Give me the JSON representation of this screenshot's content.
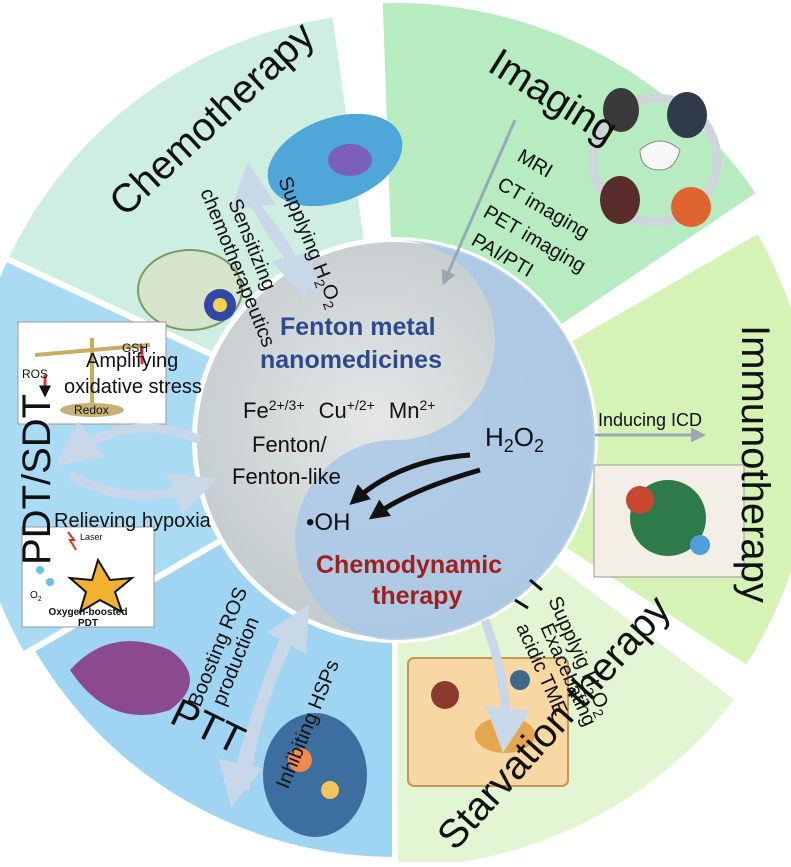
{
  "center": {
    "title_line1": "Fenton metal",
    "title_line2": "nanomedicines",
    "ions_fe": "Fe",
    "ions_fe_charge": "2+/3+",
    "ions_cu": "Cu",
    "ions_cu_charge": "+/2+",
    "ions_mn": "Mn",
    "ions_mn_charge": "2+",
    "fenton_line1": "Fenton/",
    "fenton_line2": "Fenton-like",
    "h2o2_main": "H",
    "h2o2_sub1": "2",
    "h2o2_o": "O",
    "h2o2_sub2": "2",
    "oh": "•OH",
    "cdt_line1": "Chemodynamic",
    "cdt_line2": "therapy"
  },
  "segments": {
    "chemotherapy": {
      "title": "Chemotherapy",
      "arrow1": "Supplying H",
      "arrow1_sub": "2",
      "arrow1_o": "O",
      "arrow1_sub2": "2",
      "arrow2_line1": "Sensitizing",
      "arrow2_line2": "chemotherapeutics"
    },
    "imaging": {
      "title": "Imaging",
      "items": [
        "MRI",
        "CT imaging",
        "PET imaging",
        "PAI/PTI"
      ]
    },
    "immunotherapy": {
      "title": "Immunotherapy",
      "arrow": "Inducing ICD"
    },
    "starvation": {
      "title": "Starvation therapy",
      "arrow1": "Supplyig H",
      "arrow1_sub": "2",
      "arrow1_o": "O",
      "arrow1_sub2": "2",
      "arrow2_line1": "Exacebating",
      "arrow2_line2": "acidic TME"
    },
    "ptt": {
      "title": "PTT",
      "arrow1": "Inhibiting HSPs",
      "arrow2_line1": "Boosting ROS",
      "arrow2_line2": "production"
    },
    "pdt": {
      "title": "PDT/SDT",
      "arrow1_line1": "Amplifying",
      "arrow1_line2": "oxidative stress",
      "arrow2": "Relieving hypoxia",
      "balance_ros": "ROS",
      "balance_gsh": "GSH",
      "balance_redox": "Redox",
      "laser": "Laser",
      "o2": "O",
      "o2_sub": "2",
      "oxy_caption_line1": "Oxygen-boosted",
      "oxy_caption_line2": "PDT"
    }
  },
  "colors": {
    "chemo": "#cdeee0",
    "imaging": "#b6ecc0",
    "immuno": "#d6f3b6",
    "starvation": "#e3f6d4",
    "ptt": "#9fd4f3",
    "pdt": "#a9dbf5",
    "center_circle": "#cfd6d8",
    "center_blue": "#a9c8e6"
  }
}
